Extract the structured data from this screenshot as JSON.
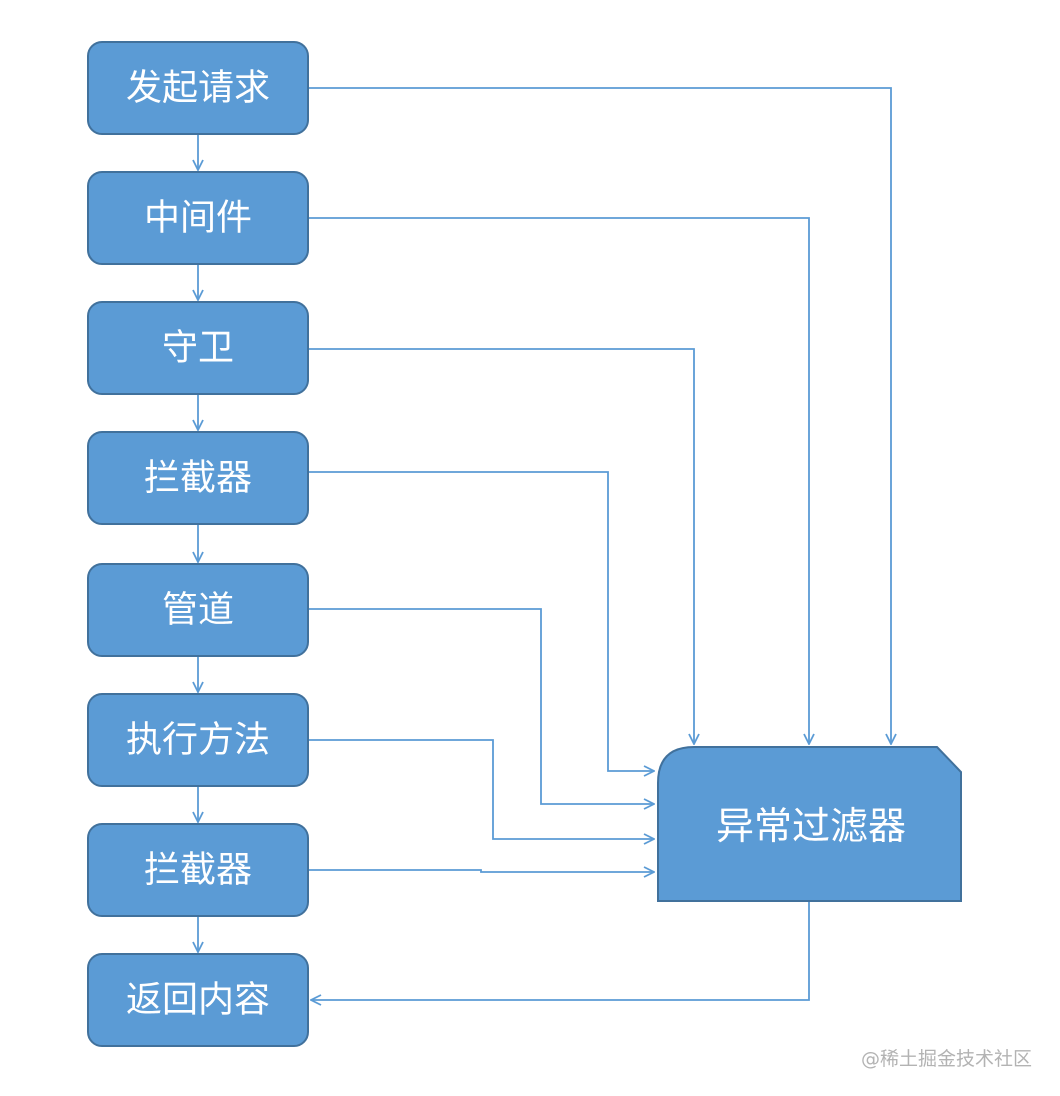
{
  "diagram": {
    "steps": [
      {
        "id": "request",
        "label": "发起请求"
      },
      {
        "id": "middleware",
        "label": "中间件"
      },
      {
        "id": "guard",
        "label": "守卫"
      },
      {
        "id": "interceptor-before",
        "label": "拦截器"
      },
      {
        "id": "pipe",
        "label": "管道"
      },
      {
        "id": "handler",
        "label": "执行方法"
      },
      {
        "id": "interceptor-after",
        "label": "拦截器"
      },
      {
        "id": "response",
        "label": "返回内容"
      }
    ],
    "exception_filter": {
      "label": "异常过滤器"
    },
    "colors": {
      "box_fill": "#5B9BD5",
      "box_stroke": "#41719C",
      "connector": "#5B9BD5",
      "text": "#FFFFFF"
    }
  },
  "watermark": "@稀土掘金技术社区"
}
